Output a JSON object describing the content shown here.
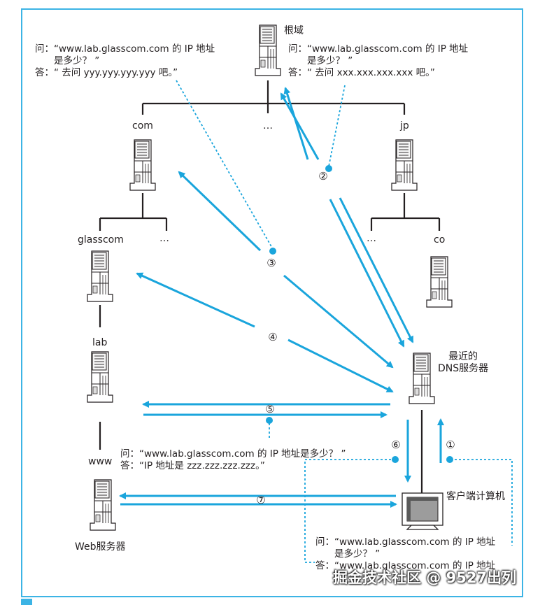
{
  "nodes": {
    "root": "根域",
    "com": "com",
    "dots_top": "…",
    "jp": "jp",
    "glasscom": "glasscom",
    "dots_com": "…",
    "dots_jp": "…",
    "co": "co",
    "lab": "lab",
    "www": "www",
    "nearest_dns": "最近的\nDNS服务器",
    "client": "客户端计算机",
    "web_server": "Web服务器"
  },
  "dialogs": {
    "com_q": "问：“www.lab.glasscom.com 的 IP 地址\n　　是多少？ ”",
    "com_a": "答：“ 去问 yyy.yyy.yyy.yyy 吧。”",
    "root_q": "问：“www.lab.glasscom.com 的 IP 地址\n　　是多少？ ”",
    "root_a": "答：“ 去问 xxx.xxx.xxx.xxx 吧。”",
    "lab_q": "问：“www.lab.glasscom.com 的 IP 地址是多少？ ”",
    "lab_a": "答：“IP 地址是 zzz.zzz.zzz.zzz。”",
    "client_q": "问：“www.lab.glasscom.com 的 IP 地址\n　　是多少？ ”",
    "client_a": "答：“www.lab.glasscom.com 的 IP 地址"
  },
  "steps": [
    "①",
    "②",
    "③",
    "④",
    "⑤",
    "⑥",
    "⑦"
  ],
  "watermark": "掘金技术社区 @ 9527出列",
  "colors": {
    "accent": "#1aa5dc",
    "frame": "#3cb4e5",
    "tree_line": "#231f20"
  },
  "icons": [
    "server-icon",
    "computer-icon"
  ]
}
